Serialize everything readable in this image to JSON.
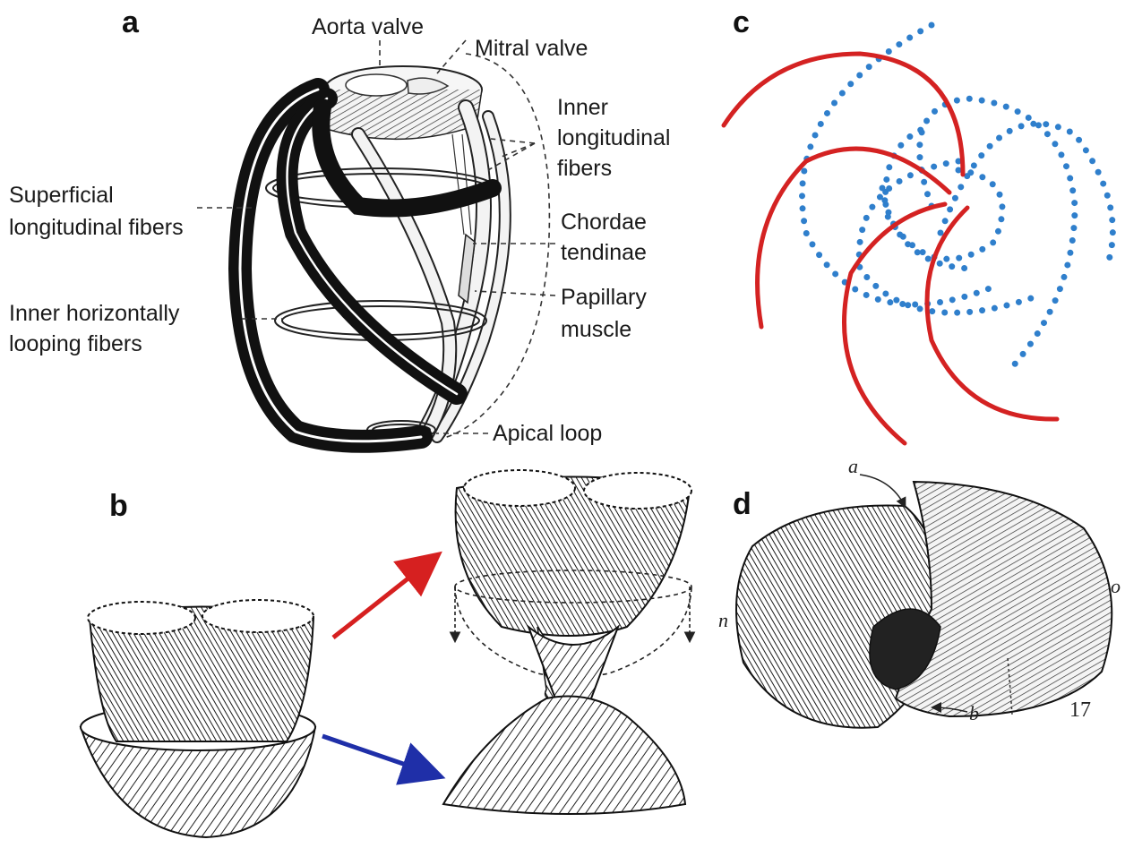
{
  "panels": {
    "a": "a",
    "b": "b",
    "c": "c",
    "d": "d"
  },
  "panel_a": {
    "labels": {
      "aorta_valve": "Aorta valve",
      "mitral_valve": "Mitral valve",
      "inner_longitudinal_1": "Inner",
      "inner_longitudinal_2": "longitudinal",
      "inner_longitudinal_3": "fibers",
      "superficial_1": "Superficial",
      "superficial_2": "longitudinal fibers",
      "chordae_1": "Chordae",
      "chordae_2": "tendinae",
      "papillary_1": "Papillary",
      "papillary_2": "muscle",
      "inner_horizontal_1": "Inner horizontally",
      "inner_horizontal_2": "looping fibers",
      "apical_loop": "Apical loop"
    }
  },
  "panel_b": {
    "arrow_colors": {
      "upper": "#d62020",
      "lower": "#1f2fa8"
    }
  },
  "panel_c": {
    "colors": {
      "solid": "#d42222",
      "dotted": "#2f7fcc"
    }
  },
  "panel_d": {
    "labels": {
      "a": "a",
      "b": "b",
      "n": "n",
      "o": "o",
      "figure_number": "17"
    }
  }
}
